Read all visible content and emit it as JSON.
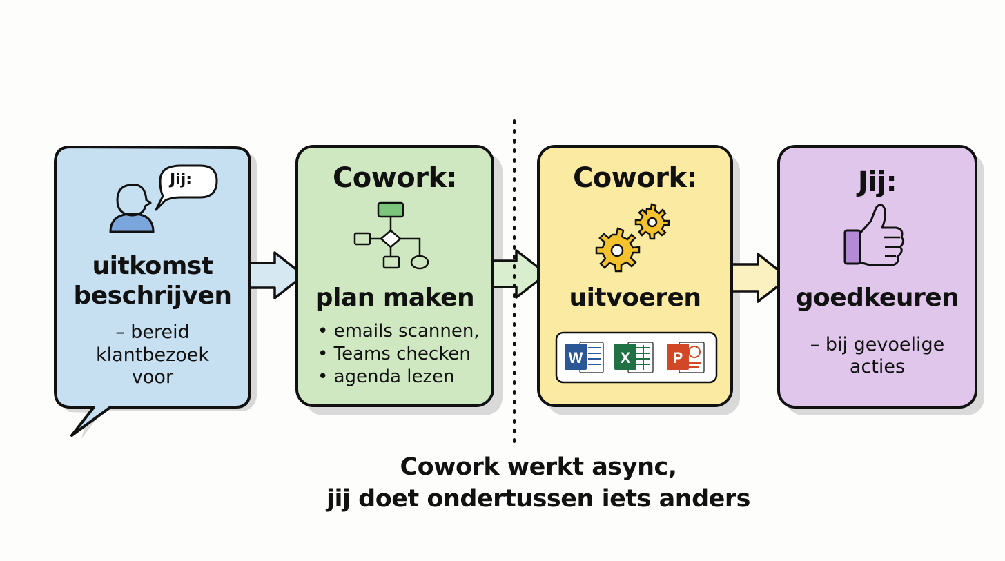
{
  "colors": {
    "step1": "#c6dff1",
    "step2": "#cfe8c2",
    "step3": "#fbeaa1",
    "step4": "#dfc6ea",
    "outline": "#111111",
    "gear": "#f3c22c",
    "person": "#7aa6dc",
    "thumb": "#b48ad6",
    "word": "#2b5797",
    "excel": "#207245",
    "powerpoint": "#d24726"
  },
  "steps": [
    {
      "bubble_label": "Jij:",
      "icon": "person-speaking-icon",
      "title_lines": [
        "uitkomst",
        "beschrijven"
      ],
      "detail_lines": [
        "– bereid",
        "klantbezoek",
        "voor"
      ]
    },
    {
      "heading": "Cowork:",
      "icon": "flowchart-icon",
      "title": "plan maken",
      "items": [
        "emails scannen,",
        "Teams checken",
        "agenda lezen"
      ]
    },
    {
      "heading": "Cowork:",
      "icon": "gears-icon",
      "title": "uitvoeren",
      "apps": [
        {
          "letter": "W",
          "icon": "word-icon"
        },
        {
          "letter": "X",
          "icon": "excel-icon"
        },
        {
          "letter": "P",
          "icon": "powerpoint-icon"
        }
      ]
    },
    {
      "heading": "Jij:",
      "icon": "thumbs-up-icon",
      "title": "goedkeuren",
      "detail_lines": [
        "– bij gevoelige",
        "acties"
      ]
    }
  ],
  "footer_lines": [
    "Cowork werkt async,",
    "jij doet ondertussen iets anders"
  ]
}
